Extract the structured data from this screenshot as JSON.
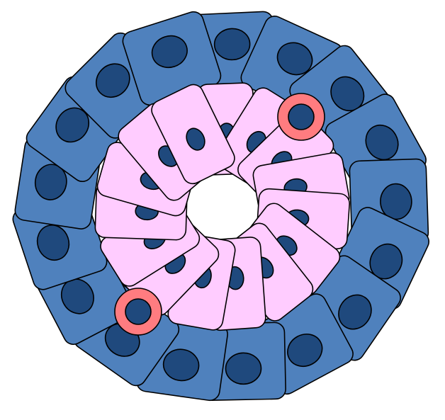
{
  "colors": {
    "background": "#ffffff",
    "outer_cell_fill": "#4f81bd",
    "inner_cell_fill": "#ffccff",
    "nucleus_fill": "#1f497d",
    "highlight_ring": "#ff7c80",
    "outline": "#000000"
  },
  "cell_layers": {
    "outer": {
      "count": 17
    },
    "inner": {
      "count": 15
    }
  },
  "highlighted_cells": {
    "count": 2
  }
}
